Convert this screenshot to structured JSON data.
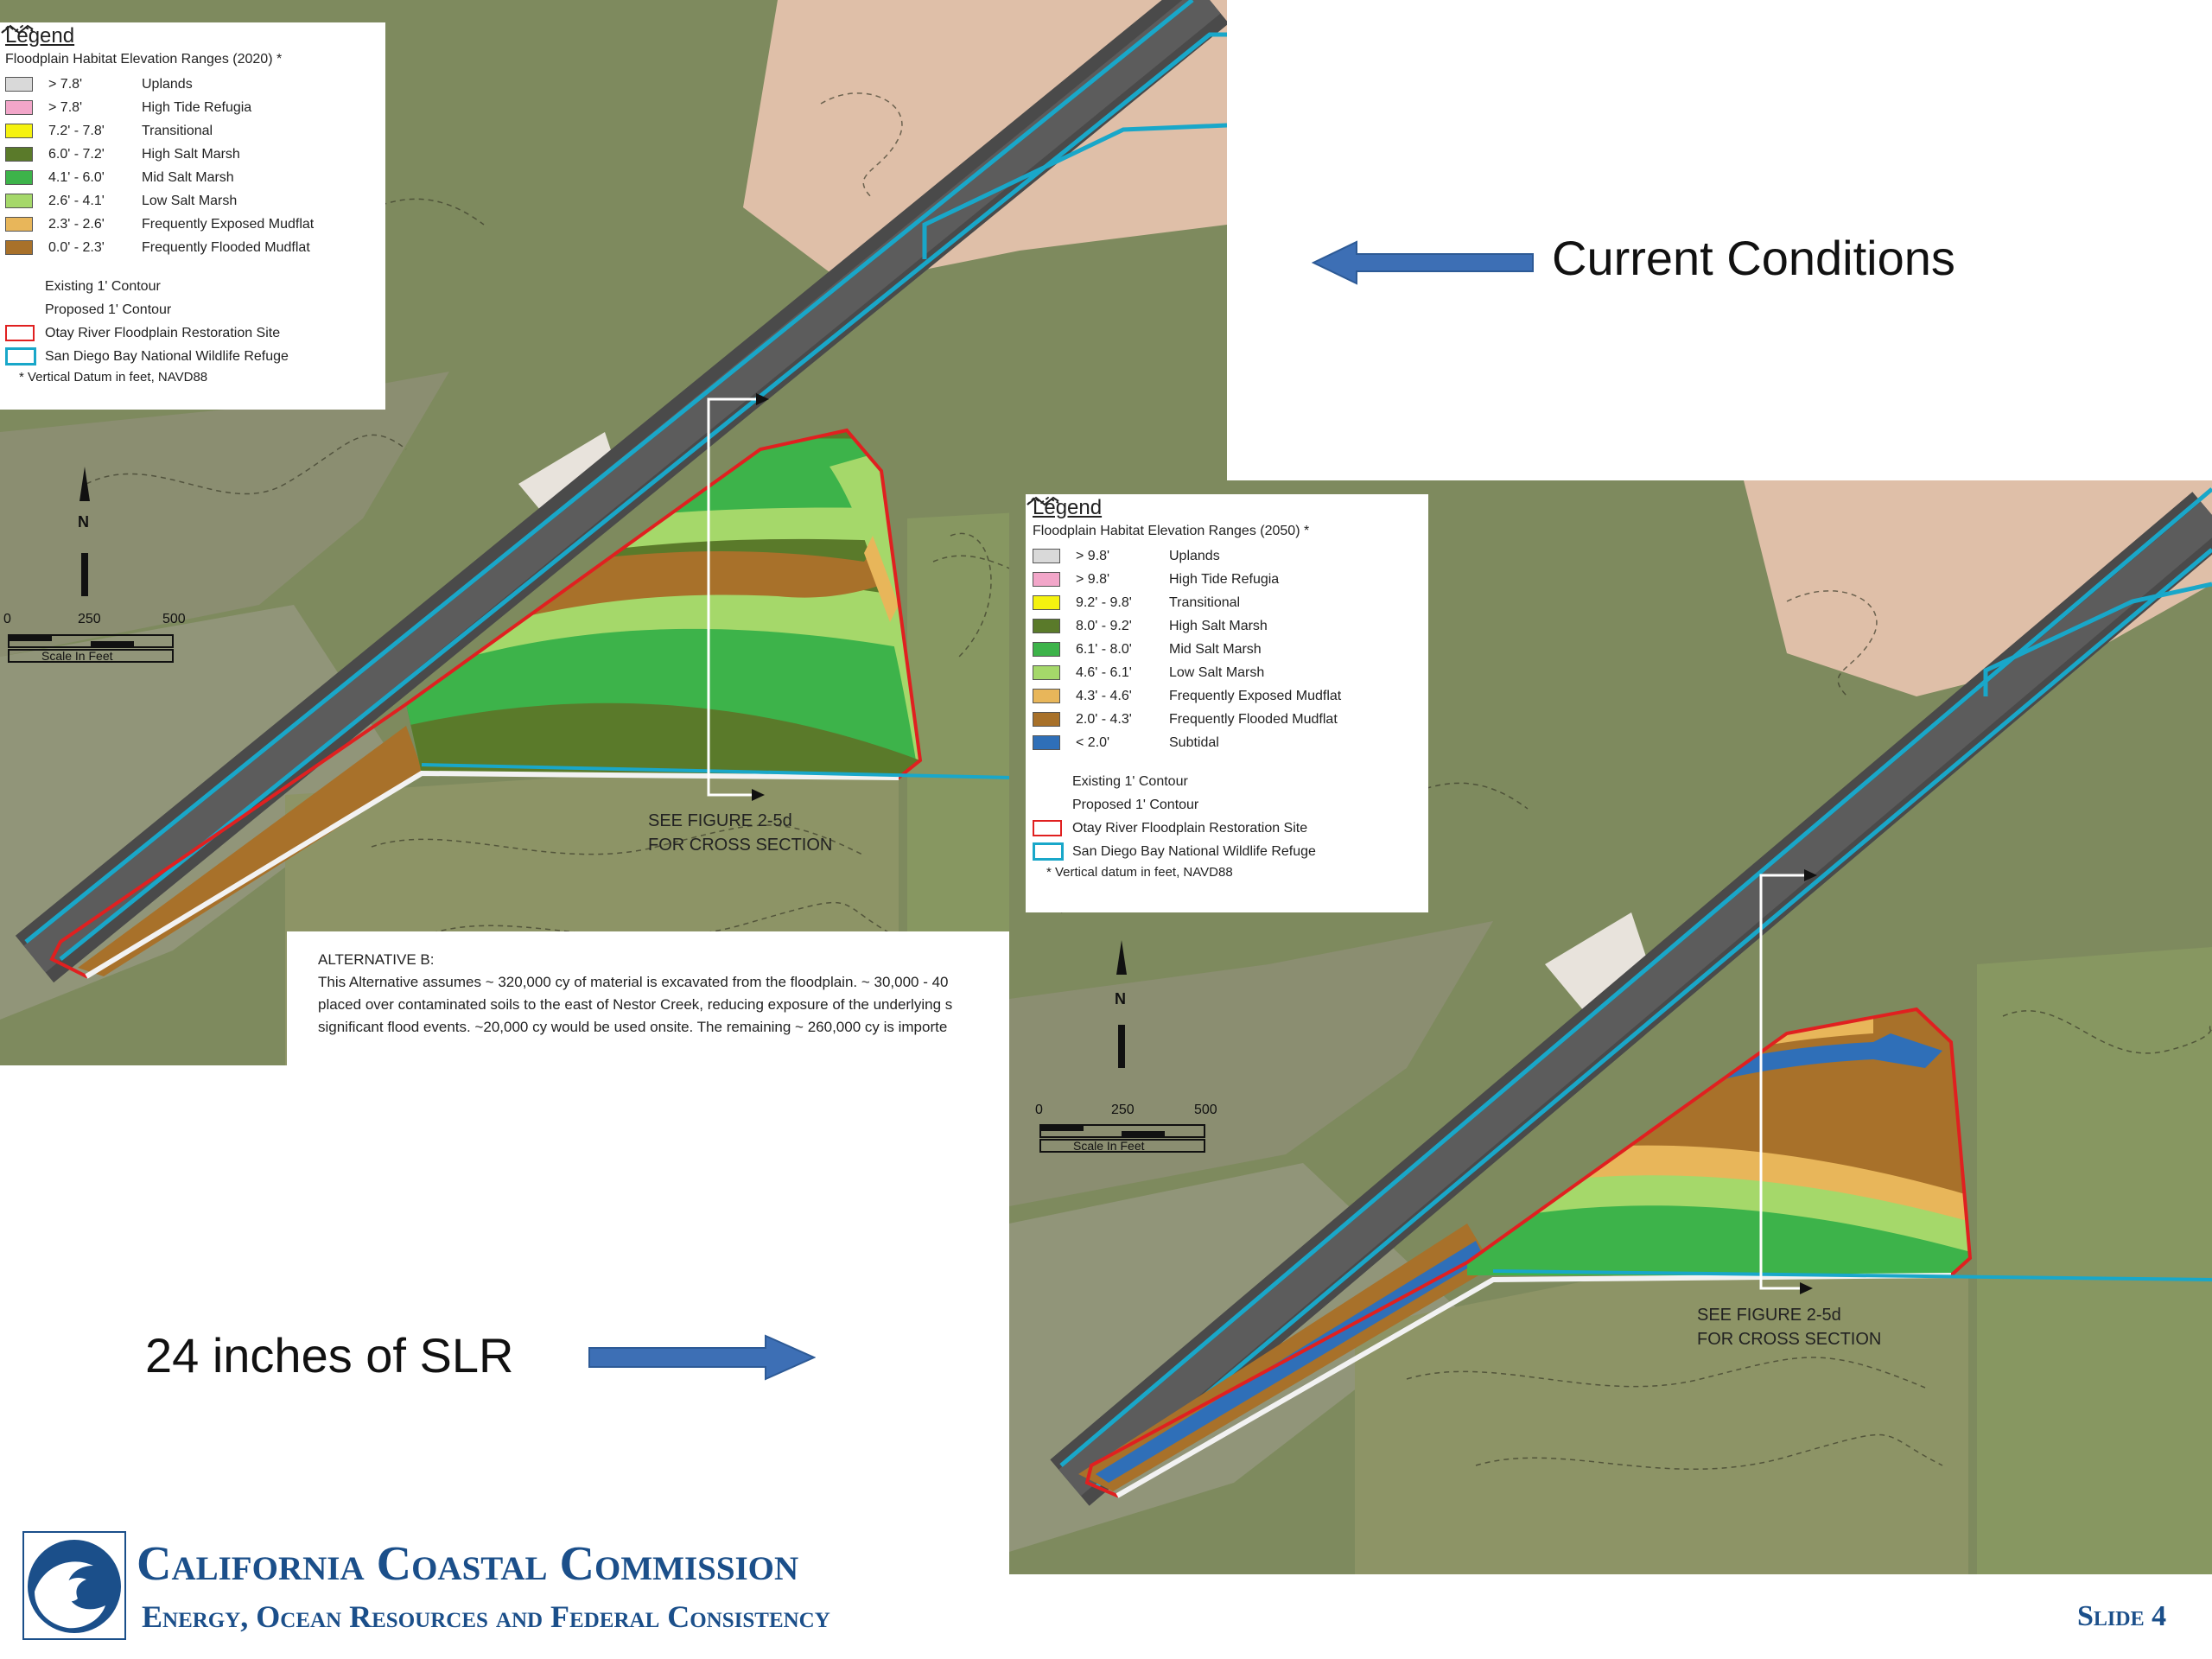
{
  "callouts": {
    "current": "Current Conditions",
    "future": "24 inches of SLR"
  },
  "map_2020": {
    "legend": {
      "title": "Legend",
      "subtitle": "Floodplain Habitat Elevation Ranges (2020) *",
      "habitats": [
        {
          "range": "> 7.8'",
          "name": "Uplands",
          "color": "#d9d9d9"
        },
        {
          "range": "> 7.8'",
          "name": "High Tide Refugia",
          "color": "#f2a6c9"
        },
        {
          "range": "7.2' - 7.8'",
          "name": "Transitional",
          "color": "#f5f20f"
        },
        {
          "range": "6.0' - 7.2'",
          "name": "High Salt Marsh",
          "color": "#5a7a2a"
        },
        {
          "range": "4.1' - 6.0'",
          "name": "Mid Salt Marsh",
          "color": "#3db34a"
        },
        {
          "range": "2.6' - 4.1'",
          "name": "Low Salt Marsh",
          "color": "#a5d86a"
        },
        {
          "range": "2.3' - 2.6'",
          "name": "Frequently Exposed Mudflat",
          "color": "#e8b65a"
        },
        {
          "range": "0.0' - 2.3'",
          "name": "Frequently Flooded Mudflat",
          "color": "#a8712a"
        }
      ],
      "symbols": [
        {
          "label": "Existing 1' Contour",
          "icon": "dashed-contour-icon"
        },
        {
          "label": "Proposed 1' Contour",
          "icon": "solid-contour-icon"
        },
        {
          "label": "Otay River Floodplain Restoration Site",
          "icon": "red-outline-box-icon"
        },
        {
          "label": "San Diego Bay National Wildlife Refuge",
          "icon": "blue-outline-box-icon"
        }
      ],
      "footnote": "* Vertical Datum in feet, NAVD88"
    },
    "scale": {
      "ticks": [
        "0",
        "250",
        "500"
      ],
      "unit": "Scale In Feet"
    },
    "north": "N",
    "cross_section": [
      "SEE FIGURE 2-5d",
      "FOR CROSS SECTION"
    ],
    "note": {
      "title": "ALTERNATIVE B:",
      "lines": [
        "This Alternative assumes ~ 320,000 cy of material is excavated from the floodplain. ~ 30,000 - 40",
        "placed over contaminated soils to the east of Nestor Creek, reducing exposure of the underlying s",
        "significant flood events. ~20,000 cy would be used onsite. The remaining ~ 260,000 cy is importe"
      ]
    }
  },
  "map_2050": {
    "legend": {
      "title": "Legend",
      "subtitle": "Floodplain Habitat Elevation Ranges (2050) *",
      "habitats": [
        {
          "range": "> 9.8'",
          "name": "Uplands",
          "color": "#d9d9d9"
        },
        {
          "range": "> 9.8'",
          "name": "High Tide Refugia",
          "color": "#f2a6c9"
        },
        {
          "range": "9.2' - 9.8'",
          "name": "Transitional",
          "color": "#f5f20f"
        },
        {
          "range": "8.0' - 9.2'",
          "name": "High Salt Marsh",
          "color": "#5a7a2a"
        },
        {
          "range": "6.1' - 8.0'",
          "name": "Mid Salt Marsh",
          "color": "#3db34a"
        },
        {
          "range": "4.6' - 6.1'",
          "name": "Low Salt Marsh",
          "color": "#a5d86a"
        },
        {
          "range": "4.3' - 4.6'",
          "name": "Frequently Exposed Mudflat",
          "color": "#e8b65a"
        },
        {
          "range": "2.0' - 4.3'",
          "name": "Frequently Flooded Mudflat",
          "color": "#a8712a"
        },
        {
          "range": "< 2.0'",
          "name": "Subtidal",
          "color": "#2f6fb8"
        }
      ],
      "symbols": [
        {
          "label": "Existing 1' Contour",
          "icon": "dashed-contour-icon"
        },
        {
          "label": "Proposed 1' Contour",
          "icon": "solid-contour-icon"
        },
        {
          "label": "Otay River Floodplain Restoration Site",
          "icon": "red-outline-box-icon"
        },
        {
          "label": "San Diego Bay National Wildlife Refuge",
          "icon": "blue-outline-box-icon"
        }
      ],
      "footnote": "* Vertical datum in feet, NAVD88"
    },
    "scale": {
      "ticks": [
        "0",
        "250",
        "500"
      ],
      "unit": "Scale In Feet"
    },
    "north": "N",
    "cross_section": [
      "SEE FIGURE 2-5d",
      "FOR CROSS SECTION"
    ]
  },
  "footer": {
    "org": "California Coastal Commission",
    "division": "Energy, Ocean Resources and Federal Consistency",
    "slide": "Slide 4"
  },
  "colors": {
    "accent_blue": "#1b4f8a",
    "arrow_blue": "#3d6fb5",
    "refuge_outline": "#19a7c9",
    "site_outline": "#e02020"
  }
}
